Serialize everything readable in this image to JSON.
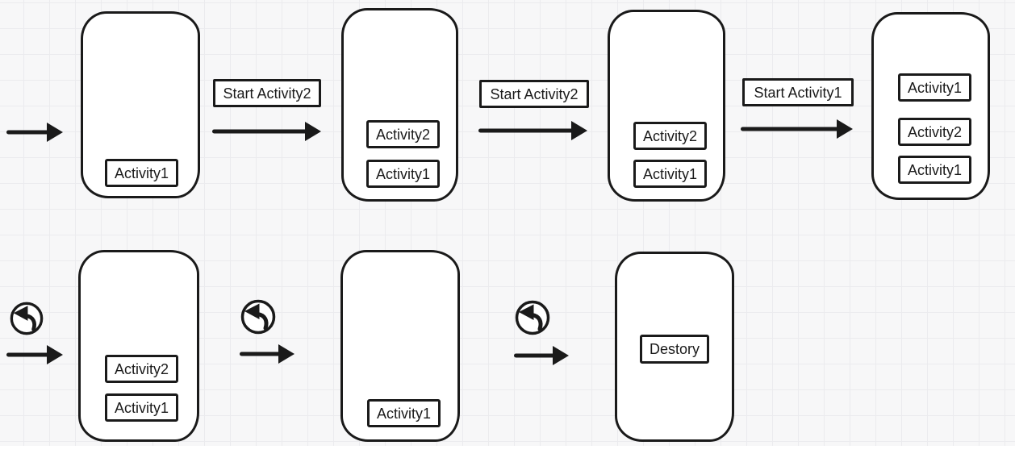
{
  "colors": {
    "ink": "#1a1a1a",
    "paper": "#ffffff",
    "grid_bg": "#f7f7f8",
    "grid_line": "#ebebee"
  },
  "rows": {
    "top": {
      "phones": [
        {
          "stack": [
            "Activity1"
          ]
        },
        {
          "stack": [
            "Activity2",
            "Activity1"
          ]
        },
        {
          "stack": [
            "Activity2",
            "Activity1"
          ]
        },
        {
          "stack": [
            "Activity1",
            "Activity2",
            "Activity1"
          ]
        }
      ],
      "transitions": [
        {
          "label": "Start Activity2"
        },
        {
          "label": "Start Activity2"
        },
        {
          "label": "Start Activity1"
        }
      ]
    },
    "bottom": {
      "phones": [
        {
          "stack": [
            "Activity2",
            "Activity1"
          ]
        },
        {
          "stack": [
            "Activity1"
          ]
        },
        {
          "stack": [
            "Destory"
          ]
        }
      ]
    }
  }
}
